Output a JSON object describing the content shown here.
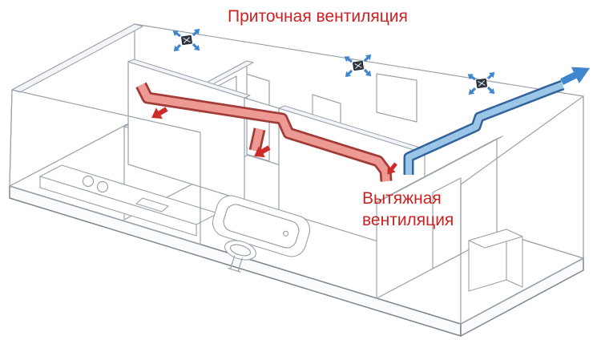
{
  "labels": {
    "supply_title": "Приточная вентиляция",
    "exhaust_line1": "Вытяжная",
    "exhaust_line2": "вентиляция"
  },
  "diagram": {
    "ceiling_diffuser_count": 3,
    "supply_arrow_count": 3,
    "exhaust_exit_arrow_count": 1
  },
  "colors": {
    "label_red": "#cc2222",
    "line": "#9aa2ac",
    "supply_duct_dark": "#a23c38",
    "supply_duct_light": "#ee9a94",
    "supply_arrow": "#cc2b27",
    "exhaust_duct_dark": "#33639c",
    "exhaust_duct_light": "#9cc6e8",
    "exhaust_arrow": "#3f86cf",
    "diffuser_body": "#2f3640"
  }
}
